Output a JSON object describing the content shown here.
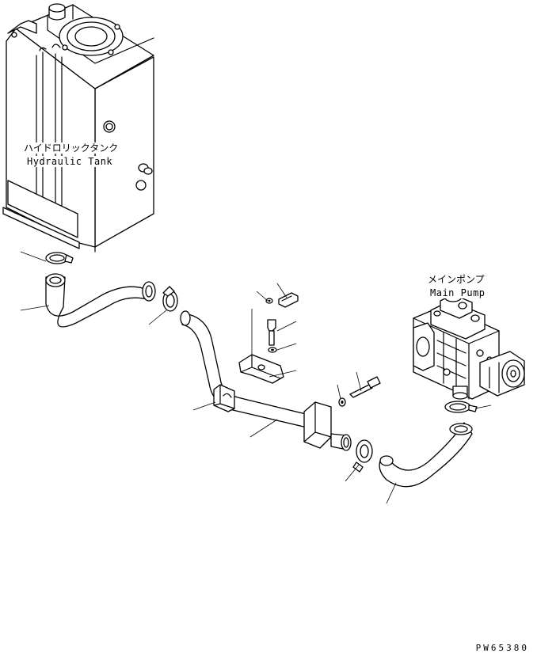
{
  "labels": {
    "hydraulic_tank_jp": "ハイドロリックタンク",
    "hydraulic_tank_en": "Hydraulic Tank",
    "main_pump_jp": "メインポンプ",
    "main_pump_en": "Main Pump"
  },
  "drawing_code": "PW65380"
}
